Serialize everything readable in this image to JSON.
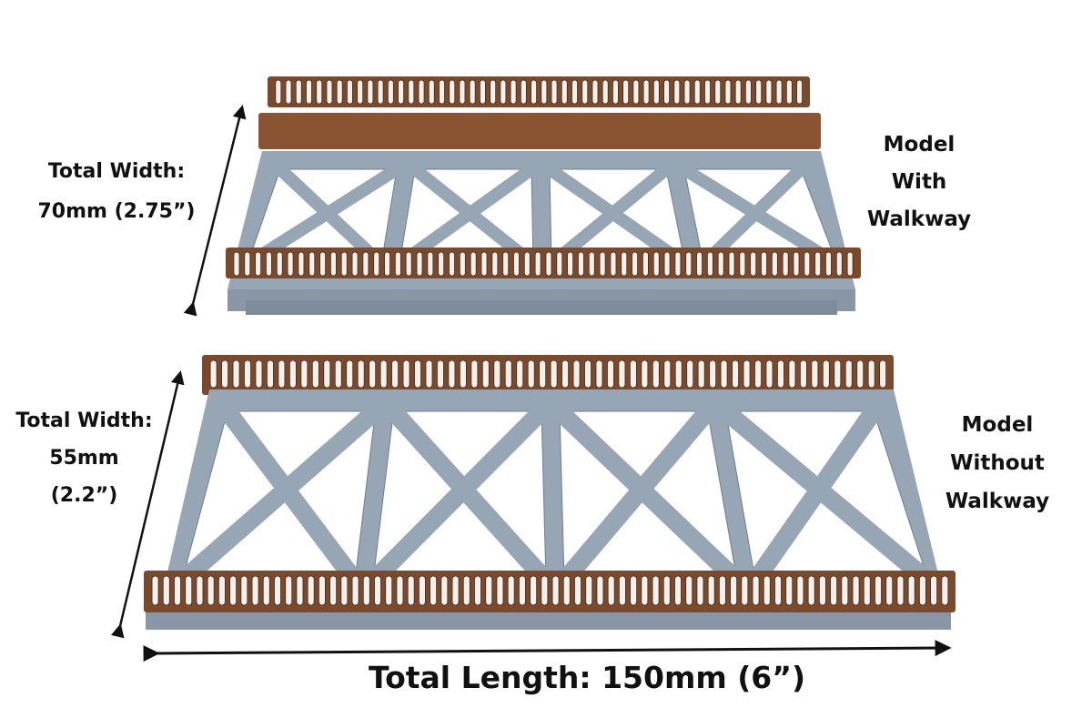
{
  "labels": {
    "top_width_1": "Total Width:",
    "top_width_2": "70mm (2.75”)",
    "top_model_1": "Model",
    "top_model_2": "With",
    "top_model_3": "Walkway",
    "bottom_width_1": "Total Width:",
    "bottom_width_2": "55mm",
    "bottom_width_3": "(2.2”)",
    "bottom_model_1": "Model",
    "bottom_model_2": "Without",
    "bottom_model_3": "Walkway",
    "length": "Total Length: 150mm (6”)"
  },
  "colors": {
    "deck": "#97a6b5",
    "deck_light": "#b3c0cc",
    "deck_shadow": "#6f7d8c",
    "railing": "#7a4a2c",
    "railing_dark": "#4a2a18"
  }
}
